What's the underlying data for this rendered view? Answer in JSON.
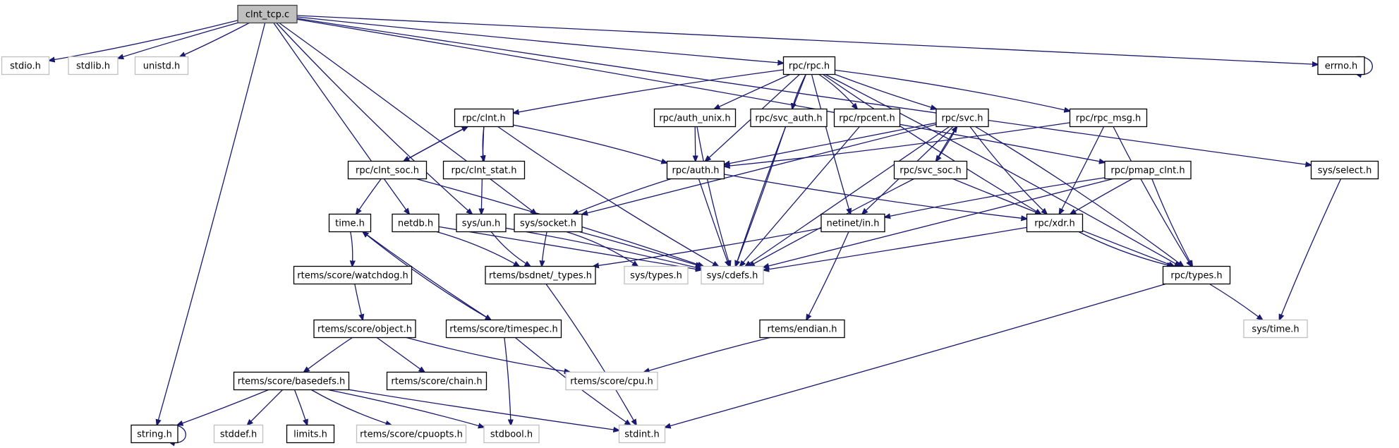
{
  "diagram": {
    "title": "clnt_tcp.c include dependency graph",
    "colors": {
      "edge": "#191970",
      "root_fill": "#bfbfbf",
      "root_border": "#404040",
      "documented_border": "#000000",
      "external_border": "#bfbfbf"
    },
    "nodes": [
      {
        "id": "clnt_tcp_c",
        "label": "clnt_tcp.c",
        "kind": "root"
      },
      {
        "id": "stdio_h",
        "label": "stdio.h",
        "kind": "external"
      },
      {
        "id": "stdlib_h",
        "label": "stdlib.h",
        "kind": "external"
      },
      {
        "id": "unistd_h",
        "label": "unistd.h",
        "kind": "external"
      },
      {
        "id": "string_h",
        "label": "string.h",
        "kind": "documented"
      },
      {
        "id": "netdb_h",
        "label": "netdb.h",
        "kind": "documented"
      },
      {
        "id": "sys_un_h",
        "label": "sys/un.h",
        "kind": "documented"
      },
      {
        "id": "sys_socket_h",
        "label": "sys/socket.h",
        "kind": "documented"
      },
      {
        "id": "rpc_rpc_h",
        "label": "rpc/rpc.h",
        "kind": "documented"
      },
      {
        "id": "rpc_pmap_clnt_h",
        "label": "rpc/pmap_clnt.h",
        "kind": "documented"
      },
      {
        "id": "errno_h",
        "label": "errno.h",
        "kind": "documented"
      },
      {
        "id": "sys_select_h",
        "label": "sys/select.h",
        "kind": "documented"
      },
      {
        "id": "rpc_clnt_h",
        "label": "rpc/clnt.h",
        "kind": "documented"
      },
      {
        "id": "rpc_auth_unix_h",
        "label": "rpc/auth_unix.h",
        "kind": "documented"
      },
      {
        "id": "rpc_svc_auth_h",
        "label": "rpc/svc_auth.h",
        "kind": "documented"
      },
      {
        "id": "rpc_rpcent_h",
        "label": "rpc/rpcent.h",
        "kind": "documented"
      },
      {
        "id": "rpc_svc_h",
        "label": "rpc/svc.h",
        "kind": "documented"
      },
      {
        "id": "rpc_rpc_msg_h",
        "label": "rpc/rpc_msg.h",
        "kind": "documented"
      },
      {
        "id": "rpc_clnt_soc_h",
        "label": "rpc/clnt_soc.h",
        "kind": "documented"
      },
      {
        "id": "rpc_clnt_stat_h",
        "label": "rpc/clnt_stat.h",
        "kind": "documented"
      },
      {
        "id": "rpc_auth_h",
        "label": "rpc/auth.h",
        "kind": "documented"
      },
      {
        "id": "rpc_svc_soc_h",
        "label": "rpc/svc_soc.h",
        "kind": "documented"
      },
      {
        "id": "time_h",
        "label": "time.h",
        "kind": "documented"
      },
      {
        "id": "netinet_in_h",
        "label": "netinet/in.h",
        "kind": "documented"
      },
      {
        "id": "rpc_xdr_h",
        "label": "rpc/xdr.h",
        "kind": "documented"
      },
      {
        "id": "rtems_bsdnet_types_h",
        "label": "rtems/bsdnet/_types.h",
        "kind": "documented"
      },
      {
        "id": "sys_types_h",
        "label": "sys/types.h",
        "kind": "external"
      },
      {
        "id": "sys_cdefs_h",
        "label": "sys/cdefs.h",
        "kind": "external"
      },
      {
        "id": "rpc_types_h",
        "label": "rpc/types.h",
        "kind": "documented"
      },
      {
        "id": "rtems_score_watchdog_h",
        "label": "rtems/score/watchdog.h",
        "kind": "documented"
      },
      {
        "id": "rtems_score_object_h",
        "label": "rtems/score/object.h",
        "kind": "documented"
      },
      {
        "id": "rtems_score_timespec_h",
        "label": "rtems/score/timespec.h",
        "kind": "documented"
      },
      {
        "id": "rtems_endian_h",
        "label": "rtems/endian.h",
        "kind": "documented"
      },
      {
        "id": "sys_time_h",
        "label": "sys/time.h",
        "kind": "external"
      },
      {
        "id": "rtems_score_basedefs_h",
        "label": "rtems/score/basedefs.h",
        "kind": "documented"
      },
      {
        "id": "rtems_score_chain_h",
        "label": "rtems/score/chain.h",
        "kind": "documented"
      },
      {
        "id": "rtems_score_cpu_h",
        "label": "rtems/score/cpu.h",
        "kind": "external"
      },
      {
        "id": "stddef_h",
        "label": "stddef.h",
        "kind": "external"
      },
      {
        "id": "limits_h",
        "label": "limits.h",
        "kind": "documented"
      },
      {
        "id": "rtems_score_cpuopts_h",
        "label": "rtems/score/cpuopts.h",
        "kind": "external"
      },
      {
        "id": "stdbool_h",
        "label": "stdbool.h",
        "kind": "external"
      },
      {
        "id": "stdint_h",
        "label": "stdint.h",
        "kind": "external"
      }
    ],
    "edges": [
      [
        "clnt_tcp_c",
        "stdio_h"
      ],
      [
        "clnt_tcp_c",
        "stdlib_h"
      ],
      [
        "clnt_tcp_c",
        "unistd_h"
      ],
      [
        "clnt_tcp_c",
        "string_h"
      ],
      [
        "clnt_tcp_c",
        "netdb_h"
      ],
      [
        "clnt_tcp_c",
        "sys_un_h"
      ],
      [
        "clnt_tcp_c",
        "sys_socket_h"
      ],
      [
        "clnt_tcp_c",
        "rpc_rpc_h"
      ],
      [
        "clnt_tcp_c",
        "rpc_pmap_clnt_h"
      ],
      [
        "clnt_tcp_c",
        "errno_h"
      ],
      [
        "clnt_tcp_c",
        "sys_select_h"
      ],
      [
        "errno_h",
        "errno_h"
      ],
      [
        "string_h",
        "string_h"
      ],
      [
        "rpc_rpc_h",
        "rpc_clnt_h"
      ],
      [
        "rpc_rpc_h",
        "rpc_auth_unix_h"
      ],
      [
        "rpc_rpc_h",
        "rpc_svc_auth_h"
      ],
      [
        "rpc_rpc_h",
        "rpc_rpcent_h"
      ],
      [
        "rpc_rpc_h",
        "rpc_svc_h"
      ],
      [
        "rpc_rpc_h",
        "rpc_rpc_msg_h"
      ],
      [
        "rpc_rpc_h",
        "rpc_auth_h"
      ],
      [
        "rpc_rpc_h",
        "rpc_xdr_h"
      ],
      [
        "rpc_rpc_h",
        "rpc_types_h"
      ],
      [
        "rpc_rpc_h",
        "netinet_in_h"
      ],
      [
        "rpc_rpc_h",
        "sys_cdefs_h"
      ],
      [
        "rpc_clnt_h",
        "rpc_clnt_soc_h"
      ],
      [
        "rpc_clnt_h",
        "rpc_clnt_stat_h"
      ],
      [
        "rpc_clnt_h",
        "rpc_auth_h"
      ],
      [
        "rpc_clnt_h",
        "sys_un_h"
      ],
      [
        "rpc_clnt_h",
        "sys_cdefs_h"
      ],
      [
        "rpc_clnt_soc_h",
        "rpc_clnt_h"
      ],
      [
        "rpc_clnt_soc_h",
        "time_h"
      ],
      [
        "rpc_clnt_soc_h",
        "sys_cdefs_h"
      ],
      [
        "rpc_auth_unix_h",
        "rpc_auth_h"
      ],
      [
        "rpc_auth_unix_h",
        "sys_cdefs_h"
      ],
      [
        "rpc_svc_auth_h",
        "sys_cdefs_h"
      ],
      [
        "rpc_rpcent_h",
        "sys_cdefs_h"
      ],
      [
        "rpc_svc_h",
        "rpc_svc_soc_h"
      ],
      [
        "rpc_svc_h",
        "rpc_auth_h"
      ],
      [
        "rpc_svc_h",
        "rpc_xdr_h"
      ],
      [
        "rpc_svc_h",
        "netinet_in_h"
      ],
      [
        "rpc_svc_h",
        "sys_cdefs_h"
      ],
      [
        "rpc_svc_h",
        "rpc_types_h"
      ],
      [
        "rpc_svc_h",
        "sys_socket_h"
      ],
      [
        "rpc_svc_soc_h",
        "rpc_svc_h"
      ],
      [
        "rpc_svc_soc_h",
        "sys_cdefs_h"
      ],
      [
        "rpc_svc_soc_h",
        "rpc_types_h"
      ],
      [
        "rpc_rpc_msg_h",
        "rpc_auth_h"
      ],
      [
        "rpc_rpc_msg_h",
        "rpc_xdr_h"
      ],
      [
        "rpc_rpc_msg_h",
        "rpc_types_h"
      ],
      [
        "rpc_auth_h",
        "sys_socket_h"
      ],
      [
        "rpc_auth_h",
        "sys_cdefs_h"
      ],
      [
        "rpc_auth_h",
        "rpc_xdr_h"
      ],
      [
        "rpc_pmap_clnt_h",
        "rpc_xdr_h"
      ],
      [
        "rpc_pmap_clnt_h",
        "rpc_types_h"
      ],
      [
        "rpc_pmap_clnt_h",
        "netinet_in_h"
      ],
      [
        "rpc_pmap_clnt_h",
        "sys_cdefs_h"
      ],
      [
        "sys_select_h",
        "sys_time_h"
      ],
      [
        "time_h",
        "rtems_score_watchdog_h"
      ],
      [
        "time_h",
        "rtems_score_timespec_h"
      ],
      [
        "netdb_h",
        "rtems_bsdnet_types_h"
      ],
      [
        "netdb_h",
        "sys_cdefs_h"
      ],
      [
        "sys_un_h",
        "rtems_bsdnet_types_h"
      ],
      [
        "sys_un_h",
        "sys_cdefs_h"
      ],
      [
        "sys_socket_h",
        "rtems_bsdnet_types_h"
      ],
      [
        "sys_socket_h",
        "sys_types_h"
      ],
      [
        "sys_socket_h",
        "sys_cdefs_h"
      ],
      [
        "netinet_in_h",
        "rtems_bsdnet_types_h"
      ],
      [
        "netinet_in_h",
        "rtems_endian_h"
      ],
      [
        "rpc_xdr_h",
        "sys_cdefs_h"
      ],
      [
        "rpc_xdr_h",
        "rpc_types_h"
      ],
      [
        "rpc_types_h",
        "sys_time_h"
      ],
      [
        "rpc_types_h",
        "stdint_h"
      ],
      [
        "rtems_bsdnet_types_h",
        "stdint_h"
      ],
      [
        "rtems_score_watchdog_h",
        "rtems_score_object_h"
      ],
      [
        "rtems_score_timespec_h",
        "time_h"
      ],
      [
        "rtems_score_timespec_h",
        "stdbool_h"
      ],
      [
        "rtems_score_timespec_h",
        "stdint_h"
      ],
      [
        "rtems_score_object_h",
        "rtems_score_basedefs_h"
      ],
      [
        "rtems_score_object_h",
        "rtems_score_chain_h"
      ],
      [
        "rtems_score_object_h",
        "rtems_score_cpu_h"
      ],
      [
        "rtems_endian_h",
        "rtems_score_cpu_h"
      ],
      [
        "rtems_score_basedefs_h",
        "string_h"
      ],
      [
        "rtems_score_basedefs_h",
        "stddef_h"
      ],
      [
        "rtems_score_basedefs_h",
        "limits_h"
      ],
      [
        "rtems_score_basedefs_h",
        "rtems_score_cpuopts_h"
      ],
      [
        "rtems_score_basedefs_h",
        "stdbool_h"
      ],
      [
        "rtems_score_basedefs_h",
        "stdint_h"
      ]
    ]
  }
}
